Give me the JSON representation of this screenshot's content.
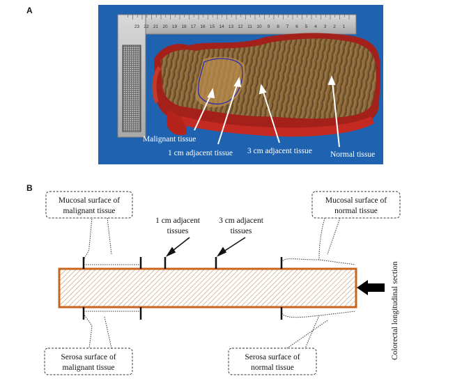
{
  "panel_a": {
    "label": "A",
    "ruler_numbers": [
      "23",
      "22",
      "21",
      "20",
      "19",
      "18",
      "17",
      "16",
      "15",
      "14",
      "13",
      "12",
      "11",
      "10",
      "9",
      "8",
      "7",
      "6",
      "5",
      "4",
      "3",
      "2",
      "1"
    ],
    "annotations": {
      "malignant": "Malignant tissue",
      "adj_1cm": "1 cm adjacent tissue",
      "adj_3cm": "3 cm adjacent tissue",
      "normal": "Normal tissue"
    },
    "colors": {
      "background": "#1f63b0",
      "tissue": "#8a6a3c",
      "blood": "#b0201a",
      "outline": "#2a2ab0"
    }
  },
  "panel_b": {
    "label": "B",
    "callouts": {
      "mucosal_malignant": [
        "Mucosal surface of",
        "malignant tissue"
      ],
      "mucosal_normal": [
        "Mucosal surface of",
        "normal tissue"
      ],
      "serosa_malignant": [
        "Serosa surface of",
        "malignant tissue"
      ],
      "serosa_normal": [
        "Serosa surface of",
        "normal tissue"
      ]
    },
    "adjacent_1cm": [
      "1 cm adjacent",
      "tissues"
    ],
    "adjacent_3cm": [
      "3 cm adjacent",
      "tissues"
    ],
    "side_label": "Colorectal longitudinal section",
    "colors": {
      "bar_border": "#c8641e",
      "hatch": "#c8a07a"
    }
  }
}
